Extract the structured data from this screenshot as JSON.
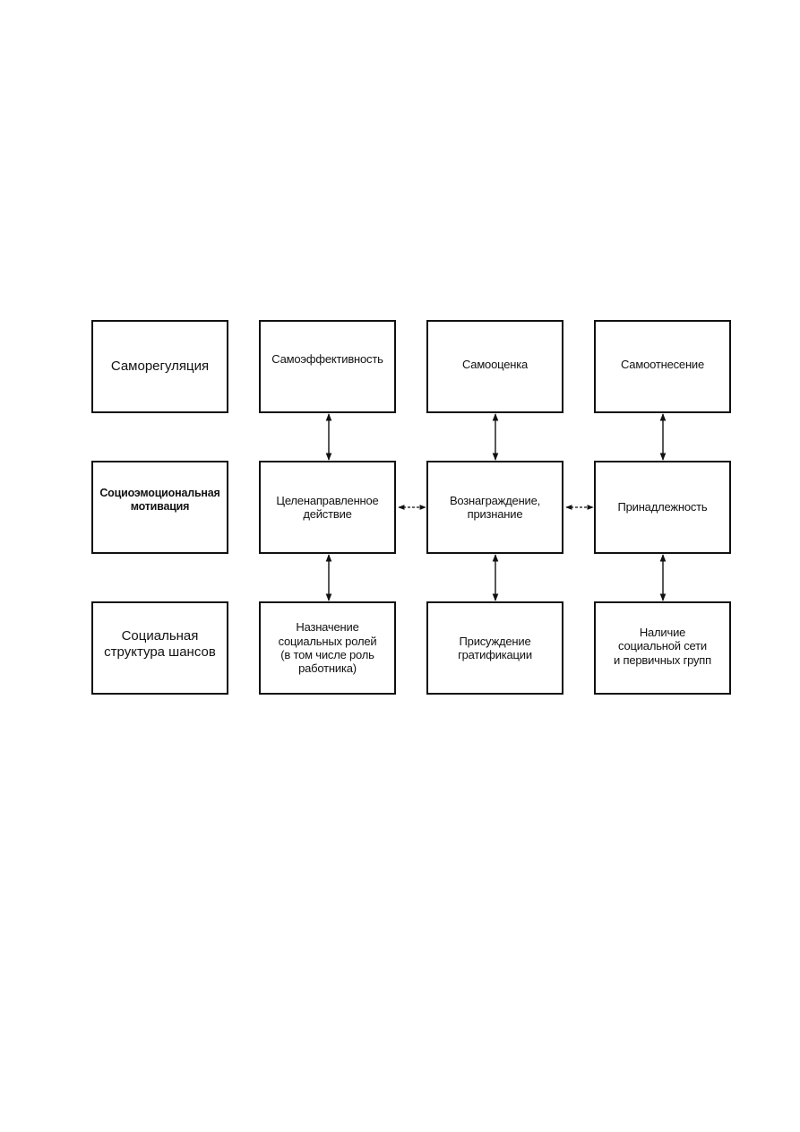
{
  "diagram": {
    "rows": [
      {
        "label": "Саморегуляция",
        "cells": [
          "Самоэффективность",
          "Самооценка",
          "Самоотнесение"
        ]
      },
      {
        "label": "Социоэмоциональная\nмотивация",
        "cells": [
          "Целенаправленное\nдействие",
          "Вознаграждение,\nпризнание",
          "Принадлежность"
        ]
      },
      {
        "label": "Социальная\nструктура шансов",
        "cells": [
          "Назначение\nсоциальных ролей\n(в том числе роль\nработника)",
          "Присуждение\nгратификации",
          "Наличие\nсоциальной сети\nи первичных групп"
        ]
      }
    ]
  }
}
